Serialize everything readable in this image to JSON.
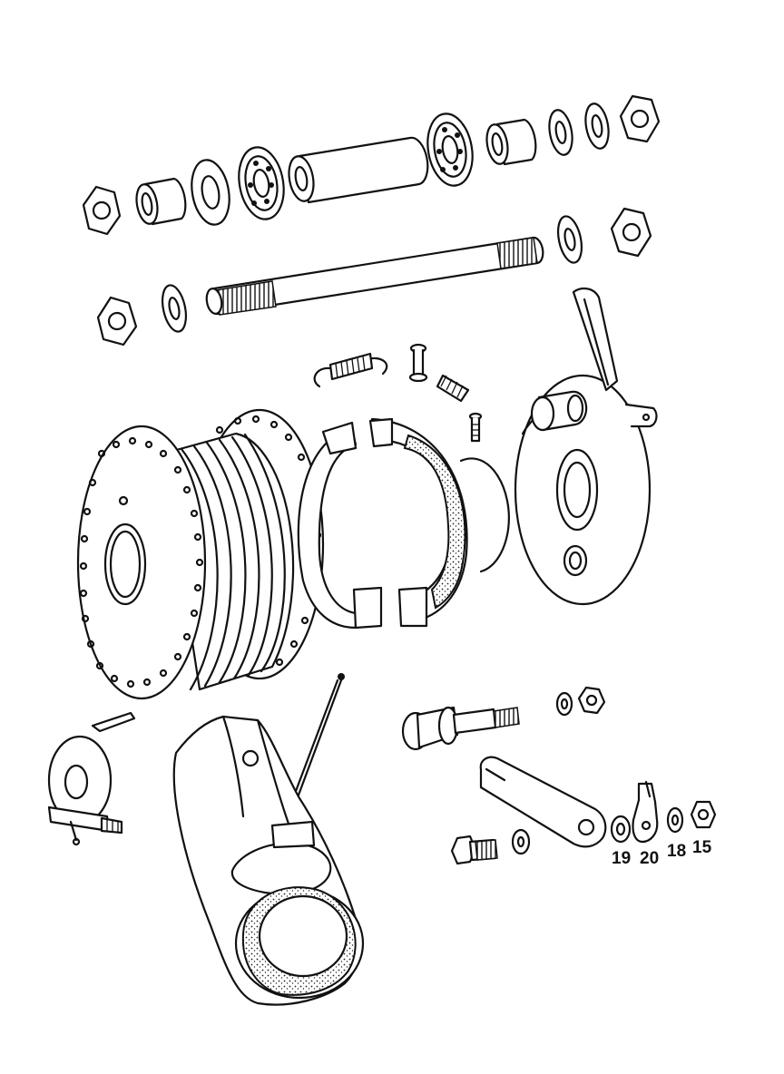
{
  "diagram": {
    "part_labels": [
      {
        "id": "19",
        "text": "19"
      },
      {
        "id": "20",
        "text": "20"
      },
      {
        "id": "18",
        "text": "18"
      },
      {
        "id": "15",
        "text": "15"
      }
    ]
  }
}
